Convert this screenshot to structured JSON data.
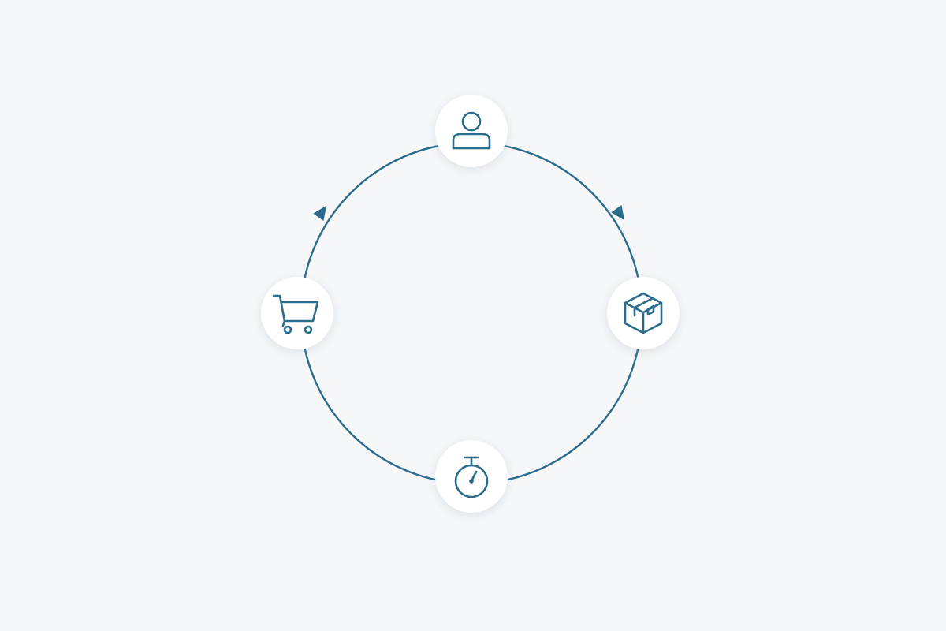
{
  "colors": {
    "background": "#f5f7f9",
    "line": "#2b6b8c",
    "node_fill": "#ffffff",
    "icon": "#2b6b8c"
  },
  "diagram": {
    "type": "cycle",
    "direction": "clockwise",
    "nodes": [
      {
        "id": "customer",
        "icon": "user-icon",
        "position": "top"
      },
      {
        "id": "package",
        "icon": "package-box-icon",
        "position": "right"
      },
      {
        "id": "timer",
        "icon": "stopwatch-icon",
        "position": "bottom"
      },
      {
        "id": "cart",
        "icon": "shopping-cart-icon",
        "position": "left"
      }
    ],
    "arrows": [
      "top-to-right",
      "left-to-top"
    ]
  }
}
